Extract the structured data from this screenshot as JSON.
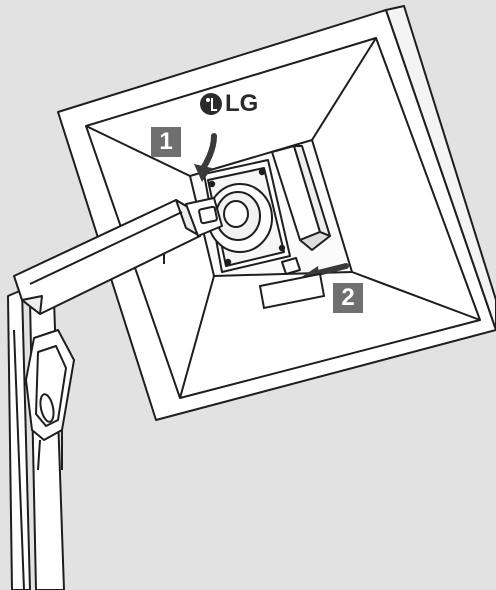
{
  "brand": {
    "logo_text": "LG"
  },
  "steps": [
    {
      "label": "1"
    },
    {
      "label": "2"
    }
  ],
  "colors": {
    "background": "#e2e2e2",
    "monitor_fill": "#ffffff",
    "outline": "#1e1e1e",
    "badge": "#6f6f6f",
    "arrow": "#3a3a3a"
  }
}
